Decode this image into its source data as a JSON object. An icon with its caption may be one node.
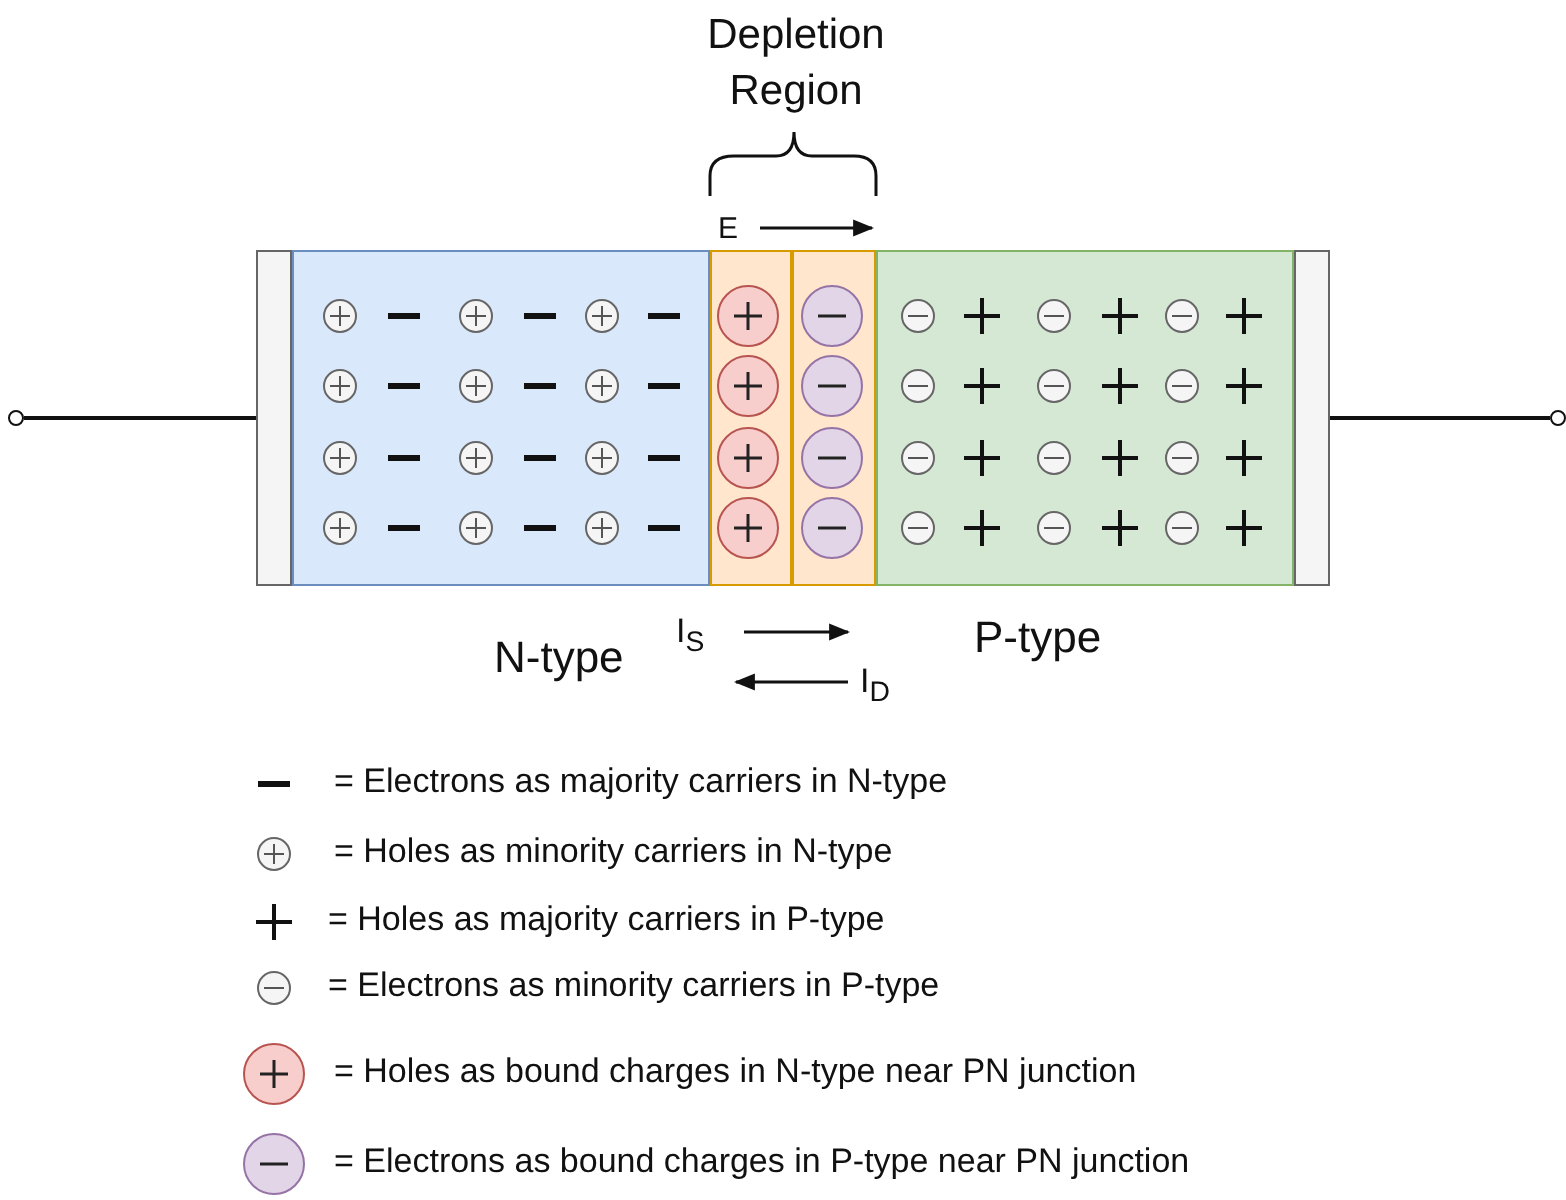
{
  "diagram": {
    "nodes": [
      {
        "text": [],
        "shape": "circle"
      },
      {
        "text": [],
        "shape": "box"
      },
      {
        "text": [
          "N-type"
        ]
      },
      {
        "text": [],
        "shape": "box"
      },
      {
        "text": [],
        "shape": "box"
      },
      {
        "text": [
          "P-type"
        ]
      },
      {
        "text": [],
        "shape": "box"
      },
      {
        "text": [],
        "shape": "circle"
      }
    ],
    "edges": [
      {
        "from": 0,
        "to": 1,
        "arrow": "none"
      },
      {
        "from": 6,
        "to": 7,
        "arrow": "none"
      }
    ],
    "labels": [
      "Depletion Region",
      "E",
      "I$_{S}$",
      "I$_{D}$"
    ],
    "legend": [
      {
        "text": "= Electrons as majority carriers in N-type"
      },
      {
        "text": "= Holes as minority carriers in N-type"
      },
      {
        "text": "= Holes as majority carriers in P-type"
      },
      {
        "text": "= Electrons as minority carriers in P-type"
      },
      {
        "text": "= Holes as bound charges in N-type near PN junction"
      },
      {
        "text": "= Electrons as bound charges in P-type near PN junction"
      }
    ]
  }
}
